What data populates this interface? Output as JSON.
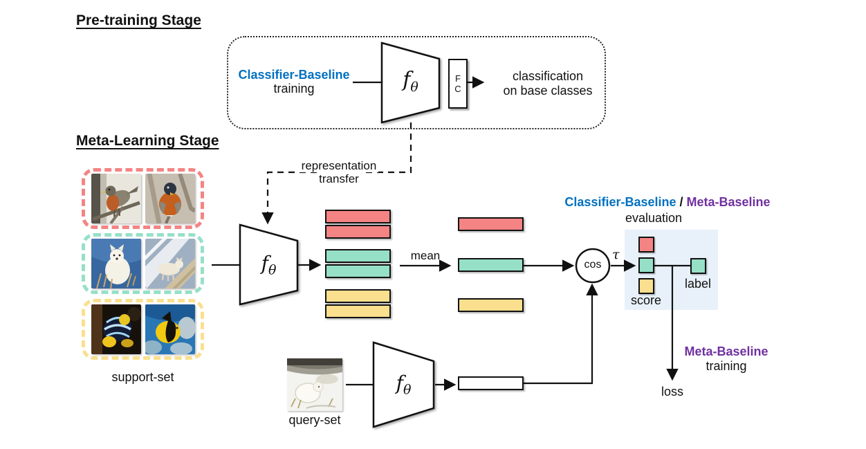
{
  "colors": {
    "blue": "#0070C0",
    "purple": "#7030A0",
    "red": "#F48484",
    "teal": "#96E0C8",
    "yellow": "#FADF8E",
    "panel": "#E8F1FA"
  },
  "pretraining": {
    "title": "Pre-training Stage",
    "classifier_name": "Classifier-Baseline",
    "classifier_sub": "training",
    "fc_top": "F",
    "fc_bottom": "C",
    "output_line1": "classification",
    "output_line2": "on base classes"
  },
  "encoder": {
    "f": "f",
    "sub": "θ"
  },
  "meta": {
    "title": "Meta-Learning Stage",
    "transfer_line1": "representation",
    "transfer_line2": "transfer",
    "support_set_label": "support-set",
    "query_set_label": "query-set",
    "mean_label": "mean",
    "cos_label": "cos",
    "tau": "τ",
    "score_label": "score",
    "label_text": "label",
    "loss_label": "loss",
    "eval_heading_blue": "Classifier-Baseline",
    "eval_heading_sep": " / ",
    "eval_heading_purple": "Meta-Baseline",
    "eval_sub": "evaluation",
    "train_heading_purple": "Meta-Baseline",
    "train_sub": "training"
  },
  "support_groups": [
    {
      "class": "birds",
      "color": "red",
      "image1": "american-robin-on-branch",
      "image2": "american-robin-front"
    },
    {
      "class": "arctic-foxes",
      "color": "teal",
      "image1": "arctic-fox-sitting",
      "image2": "arctic-fox-walking"
    },
    {
      "class": "angelfish",
      "color": "yellow",
      "image1": "blue-striped-angelfish",
      "image2": "yellow-black-angelfish"
    }
  ],
  "query": {
    "image": "arctic-fox-in-snow"
  }
}
